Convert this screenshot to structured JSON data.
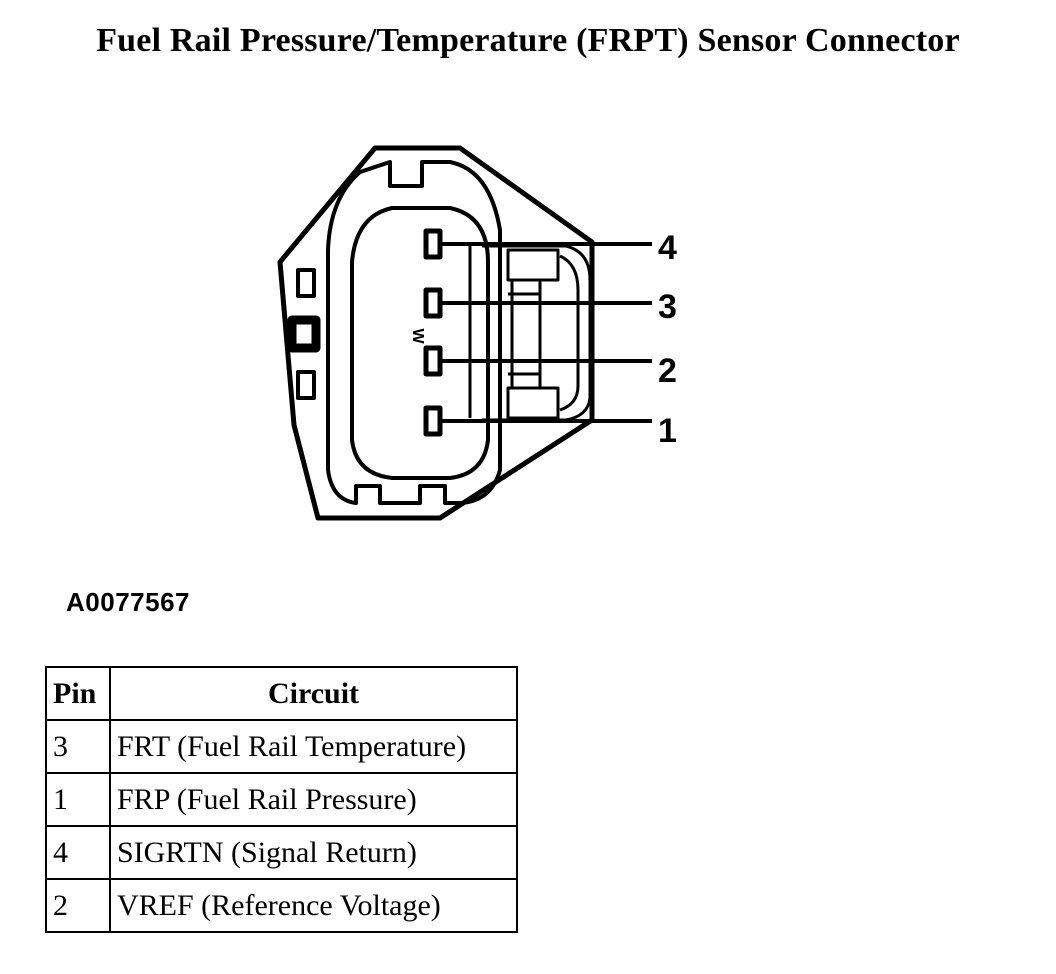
{
  "title": "Fuel Rail Pressure/Temperature (FRPT) Sensor Connector",
  "figure_id": "A0077567",
  "connector": {
    "pin_callouts": [
      "4",
      "3",
      "2",
      "1"
    ],
    "key_mark": "W"
  },
  "table": {
    "headers": {
      "pin": "Pin",
      "circuit": "Circuit"
    },
    "rows": [
      {
        "pin": "3",
        "circuit": "FRT (Fuel Rail Temperature)"
      },
      {
        "pin": "1",
        "circuit": "FRP (Fuel Rail Pressure)"
      },
      {
        "pin": "4",
        "circuit": "SIGRTN (Signal Return)"
      },
      {
        "pin": "2",
        "circuit": "VREF (Reference Voltage)"
      }
    ]
  }
}
